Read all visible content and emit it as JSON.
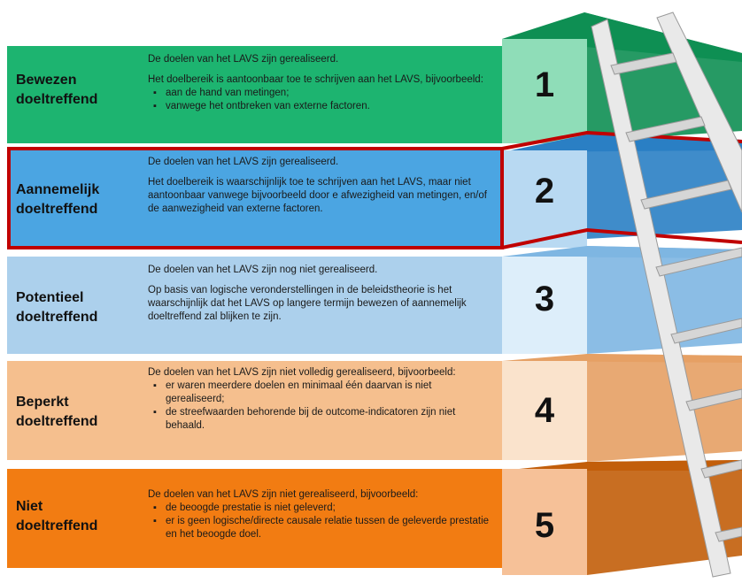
{
  "levels": [
    {
      "number": "1",
      "title_line1": "Bewezen",
      "title_line2": "doeltreffend",
      "paragraphs": [
        "De doelen van het LAVS zijn gerealiseerd.",
        "Het doelbereik is aantoonbaar toe te schrijven aan het LAVS, bijvoorbeeld:"
      ],
      "bullets": [
        "aan de hand van metingen;",
        "vanwege het ontbreken van externe factoren."
      ],
      "colors": {
        "front": "#1db470",
        "block": "#8fddb8",
        "top": "#0e8f53",
        "title_text": "#111111"
      }
    },
    {
      "number": "2",
      "title_line1": "Aannemelijk",
      "title_line2": "doeltreffend",
      "paragraphs": [
        "De doelen van het LAVS zijn gerealiseerd.",
        "Het doelbereik is waarschijnlijk toe te schrijven aan het LAVS, maar niet aantoonbaar vanwege bijvoorbeeld door e afwezigheid van metingen, en/of de aanwezigheid van externe factoren."
      ],
      "bullets": [],
      "colors": {
        "front": "#4ba5e2",
        "block": "#b8d9f2",
        "top": "#2a7fc4",
        "title_text": "#111111",
        "highlight": "#c00000"
      }
    },
    {
      "number": "3",
      "title_line1": "Potentieel",
      "title_line2": "doeltreffend",
      "paragraphs": [
        "De doelen van het LAVS zijn nog niet gerealiseerd.",
        "Op basis van logische veronderstellingen in de beleidstheorie is het waarschijnlijk dat het LAVS op langere termijn bewezen of aannemelijk doeltreffend zal blijken te zijn."
      ],
      "bullets": [],
      "colors": {
        "front": "#acd0ec",
        "block": "#ddeefa",
        "top": "#7eb6e2",
        "title_text": "#111111"
      }
    },
    {
      "number": "4",
      "title_line1": "Beperkt",
      "title_line2": "doeltreffend",
      "paragraphs": [
        "De doelen van het LAVS zijn niet volledig gerealiseerd, bijvoorbeeld:"
      ],
      "bullets": [
        "er waren meerdere doelen en minimaal één daarvan is niet gerealiseerd;",
        "de streefwaarden behorende bij de outcome-indicatoren zijn niet behaald."
      ],
      "colors": {
        "front": "#f5bf8e",
        "block": "#fae3cc",
        "top": "#e5a064",
        "title_text": "#111111"
      }
    },
    {
      "number": "5",
      "title_line1": "Niet",
      "title_line2": "doeltreffend",
      "paragraphs": [
        "De doelen van het LAVS zijn niet gerealiseerd, bijvoorbeeld:"
      ],
      "bullets": [
        "de beoogde prestatie is niet geleverd;",
        "er is geen logische/directe causale relatie tussen de geleverde prestatie en het beoogde doel."
      ],
      "colors": {
        "front": "#f27c12",
        "block": "#f6c198",
        "top": "#c25e0a",
        "title_text": "#111111"
      }
    }
  ]
}
